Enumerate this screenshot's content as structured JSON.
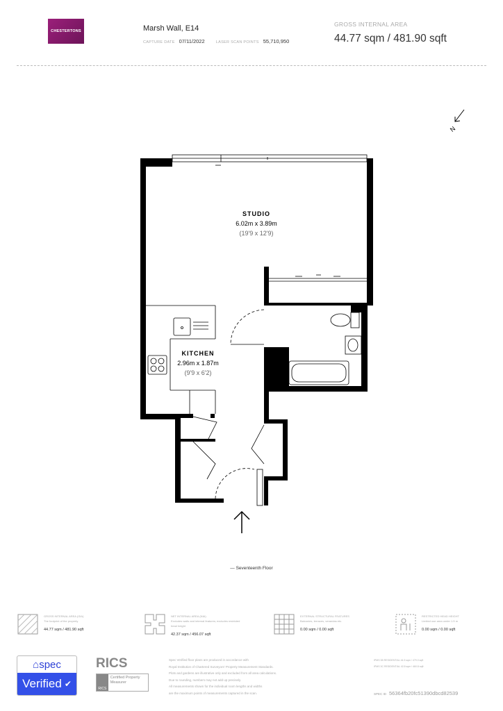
{
  "header": {
    "logo_text": "CHESTERTONS",
    "address": "Marsh Wall, E14",
    "capture_date_label": "CAPTURE DATE",
    "capture_date": "07/11/2022",
    "laser_points_label": "LASER SCAN POINTS",
    "laser_points": "55,710,950",
    "gia_label": "GROSS INTERNAL AREA",
    "gia_value": "44.77 sqm / 481.90 sqft"
  },
  "plan": {
    "compass": "N",
    "rooms": [
      {
        "name": "STUDIO",
        "metric": "6.02m x 3.89m",
        "imperial": "(19'9 x 12'9)"
      },
      {
        "name": "KITCHEN",
        "metric": "2.96m x 1.87m",
        "imperial": "(9'9 x 6'2)"
      }
    ],
    "floor_label": "— Seventeenth Floor"
  },
  "legend": [
    {
      "icon": "hatched-area-icon",
      "title": "GROSS INTERNAL AREA (GIA)",
      "desc": "The footprint of the property",
      "value": "44.77 sqm / 481.90 sqft"
    },
    {
      "icon": "net-area-icon",
      "title": "NET INTERNAL AREA (NIA)",
      "desc": "Excludes walls and internal features; excludes restricted head height",
      "value": "42.37 sqm / 456.07 sqft"
    },
    {
      "icon": "grid-icon",
      "title": "EXTERNAL STRUCTURAL FEATURES",
      "desc": "Balconies, terraces, verandas etc.",
      "value": "0.00 sqm / 0.00 sqft"
    },
    {
      "icon": "person-height-icon",
      "title": "RESTRICTED HEAD HEIGHT",
      "desc": "Limited use area under 1.5 m",
      "value": "0.00 sqm / 0.00 sqft"
    }
  ],
  "footer": {
    "spec_brand": "spec",
    "spec_verified": "Verified",
    "rics_name": "RICS",
    "rics_cert": "Certified Property Measurer",
    "disclaimer": [
      "Spec Verified floor plans are produced in accordance with",
      "Royal Institution of Chartered Surveyors' Property Measurement Standards.",
      "Plots and gardens are illustrative only and excluded from all area calculations.",
      "Due to rounding, numbers may not add up precisely.",
      "All measurements shown for the individual room lengths and widths",
      "are the maximum points of measurements captured in the scan."
    ],
    "ipms": [
      "IPMS 3B RESIDENTIAL   44.5 sqm / 479.0 sqft",
      "IPMS 3C RESIDENTIAL   42.8 sqm / 460.8 sqft"
    ],
    "spec_id_label": "SPEC ID",
    "spec_id": "56364fb20fc51390dbcd82539"
  },
  "colors": {
    "brand": "#8a1a6e",
    "spec_blue": "#3350e8",
    "wall": "#000000"
  }
}
